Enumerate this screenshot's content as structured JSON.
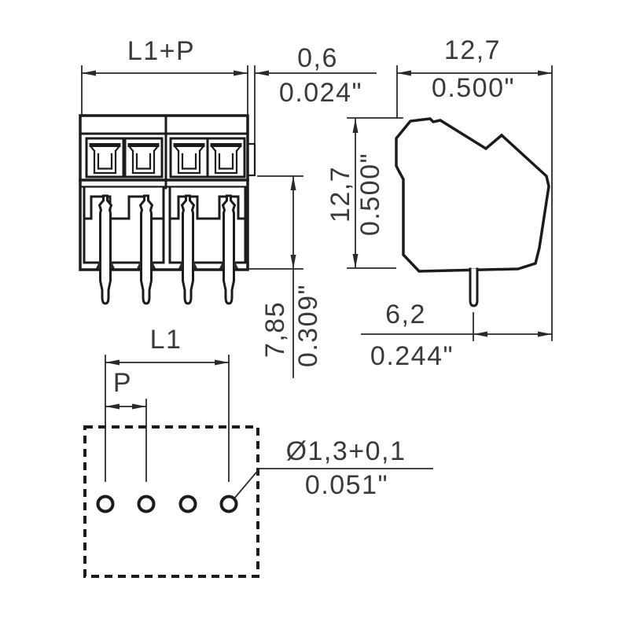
{
  "drawing_type": "terminal-block-dimensional-drawing",
  "colors": {
    "line": "#1c1c1c",
    "dim_line": "#2a2a2a",
    "text": "#3a3a3a",
    "background": "#ffffff"
  },
  "dimensions": {
    "l1p": {
      "label": "L1+P"
    },
    "gap": {
      "mm": "0,6",
      "inch": "0.024\""
    },
    "side_width": {
      "mm": "12,7",
      "inch": "0.500\""
    },
    "side_height": {
      "mm": "12,7",
      "inch": "0.500\""
    },
    "clamp_depth": {
      "mm": "7,85",
      "inch": "0.309\""
    },
    "pin_offset": {
      "mm": "6,2",
      "inch": "0.244\""
    },
    "l1": {
      "label": "L1"
    },
    "pitch": {
      "label": "P"
    },
    "hole": {
      "mm": "Ø1,3+0,1",
      "inch": "0.051\""
    }
  },
  "footprint": {
    "hole_count": 4
  }
}
